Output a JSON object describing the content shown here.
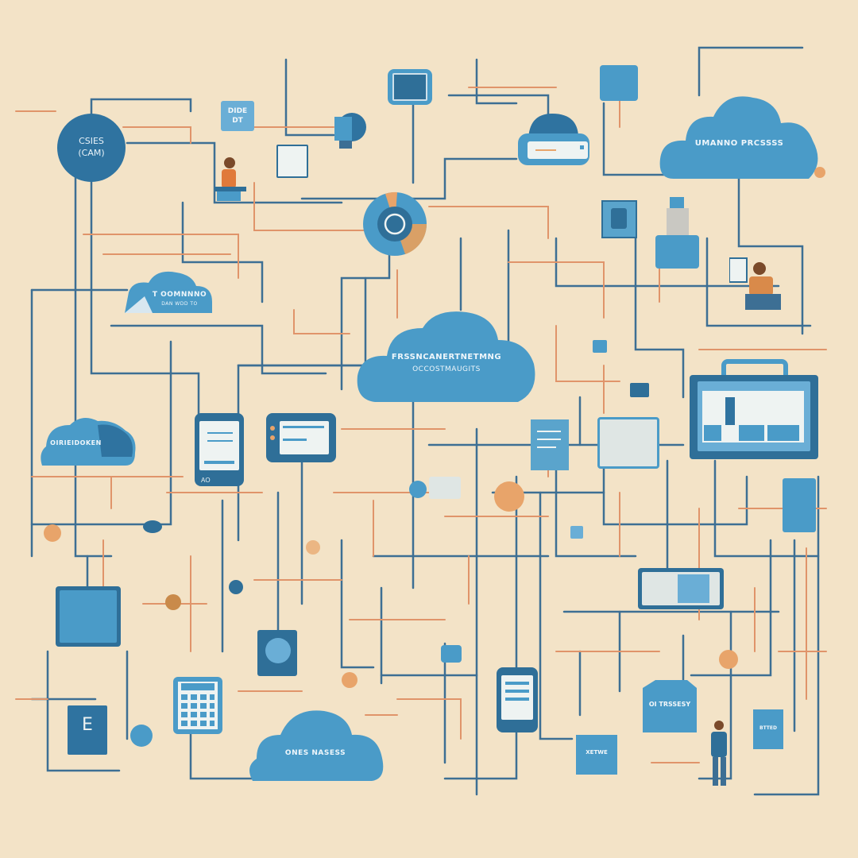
{
  "diagram": {
    "type": "network-illustration",
    "background_color": "#f3e3c7",
    "colors": {
      "primary_blue": "#4a9bc8",
      "dark_blue": "#2f6f98",
      "wire_blue": "#3d6f94",
      "wire_orange": "#e0946a",
      "accent_orange": "#e8a46a",
      "screen_white": "#eef3f2"
    },
    "nodes": {
      "circle_top_left": {
        "line1": "CSIES",
        "line2": "(CAM)"
      },
      "cloud_top_right": {
        "label": "UMANNO PRCSSSS"
      },
      "cloud_center": {
        "line1": "FRSSNCANERTNETMNG",
        "line2": "OCCOSTMAUGITS"
      },
      "cloud_left_mid": {
        "line1": "T OOMNNNO",
        "line2": "DAN WDD    TO"
      },
      "cloud_left_lower": {
        "label": "OIRIEIDOKEN"
      },
      "cloud_bottom": {
        "label": "ONES NASESS"
      },
      "server_box_bottom_right": {
        "label": "OI TRSSESY"
      },
      "box_bottom_center": {
        "label": "XETWE"
      },
      "box_bottom_far_right": {
        "label": "BTTED"
      },
      "small_monitor_top": {
        "line1": "DIDE",
        "line2": "DT"
      },
      "cabinet_bottom_left": {
        "label": "E"
      },
      "tablet_left": {
        "label": "AO"
      }
    }
  }
}
